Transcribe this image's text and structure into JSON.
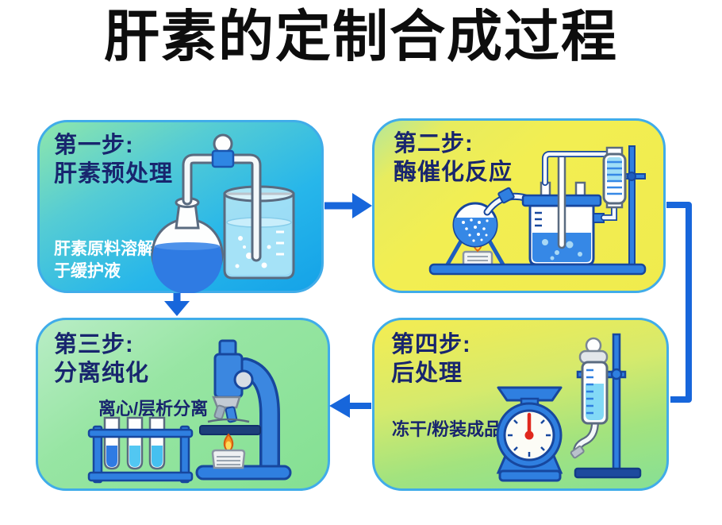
{
  "title": "肝素的定制合成过程",
  "steps": [
    {
      "id": "step-1",
      "heading_line1": "第一步:",
      "heading_line2": "肝素预处理",
      "note_line1": "肝素原料溶解",
      "note_line2": "于缓护液",
      "illustration": "flask-and-beaker"
    },
    {
      "id": "step-2",
      "heading_line1": "第二步:",
      "heading_line2": "酶催化反应",
      "illustration": "heated-flask-reactor-condenser"
    },
    {
      "id": "step-3",
      "heading_line1": "第三步:",
      "heading_line2": "分离纯化",
      "note_line1": "离心/层析分离",
      "illustration": "test-tube-rack-and-microscope"
    },
    {
      "id": "step-4",
      "heading_line1": "第四步:",
      "heading_line2": "后处理",
      "note_line1": "冻干/粉装成品",
      "illustration": "scale-and-chromatography-column"
    }
  ],
  "flow": [
    {
      "from": "step-1",
      "to": "step-2",
      "style": "arrow-right"
    },
    {
      "from": "step-2",
      "to": "step-4",
      "style": "elbow-right-down"
    },
    {
      "from": "step-4",
      "to": "step-3",
      "style": "arrow-left"
    },
    {
      "from": "step-1",
      "to": "step-3",
      "style": "arrow-down"
    }
  ],
  "colors": {
    "title_black": "#0d0d0d",
    "heading_navy": "#18256e",
    "note_white": "#ffffff",
    "card_border_blue": "#40ace9",
    "arrow_blue": "#1766db",
    "equipment_blue": "#2f7fe0",
    "liquid_blue": "#3688e6",
    "liquid_light_blue": "#a5e2f7",
    "flame_orange": "#f6921e",
    "needle_red": "#e0281e",
    "step1_gradient": [
      "#8fe7ab",
      "#14a2e8"
    ],
    "step2_fill": "#f2ee52",
    "step3_fill": "#8ce197",
    "step4_gradient": [
      "#f0ec55",
      "#8ae092"
    ]
  }
}
